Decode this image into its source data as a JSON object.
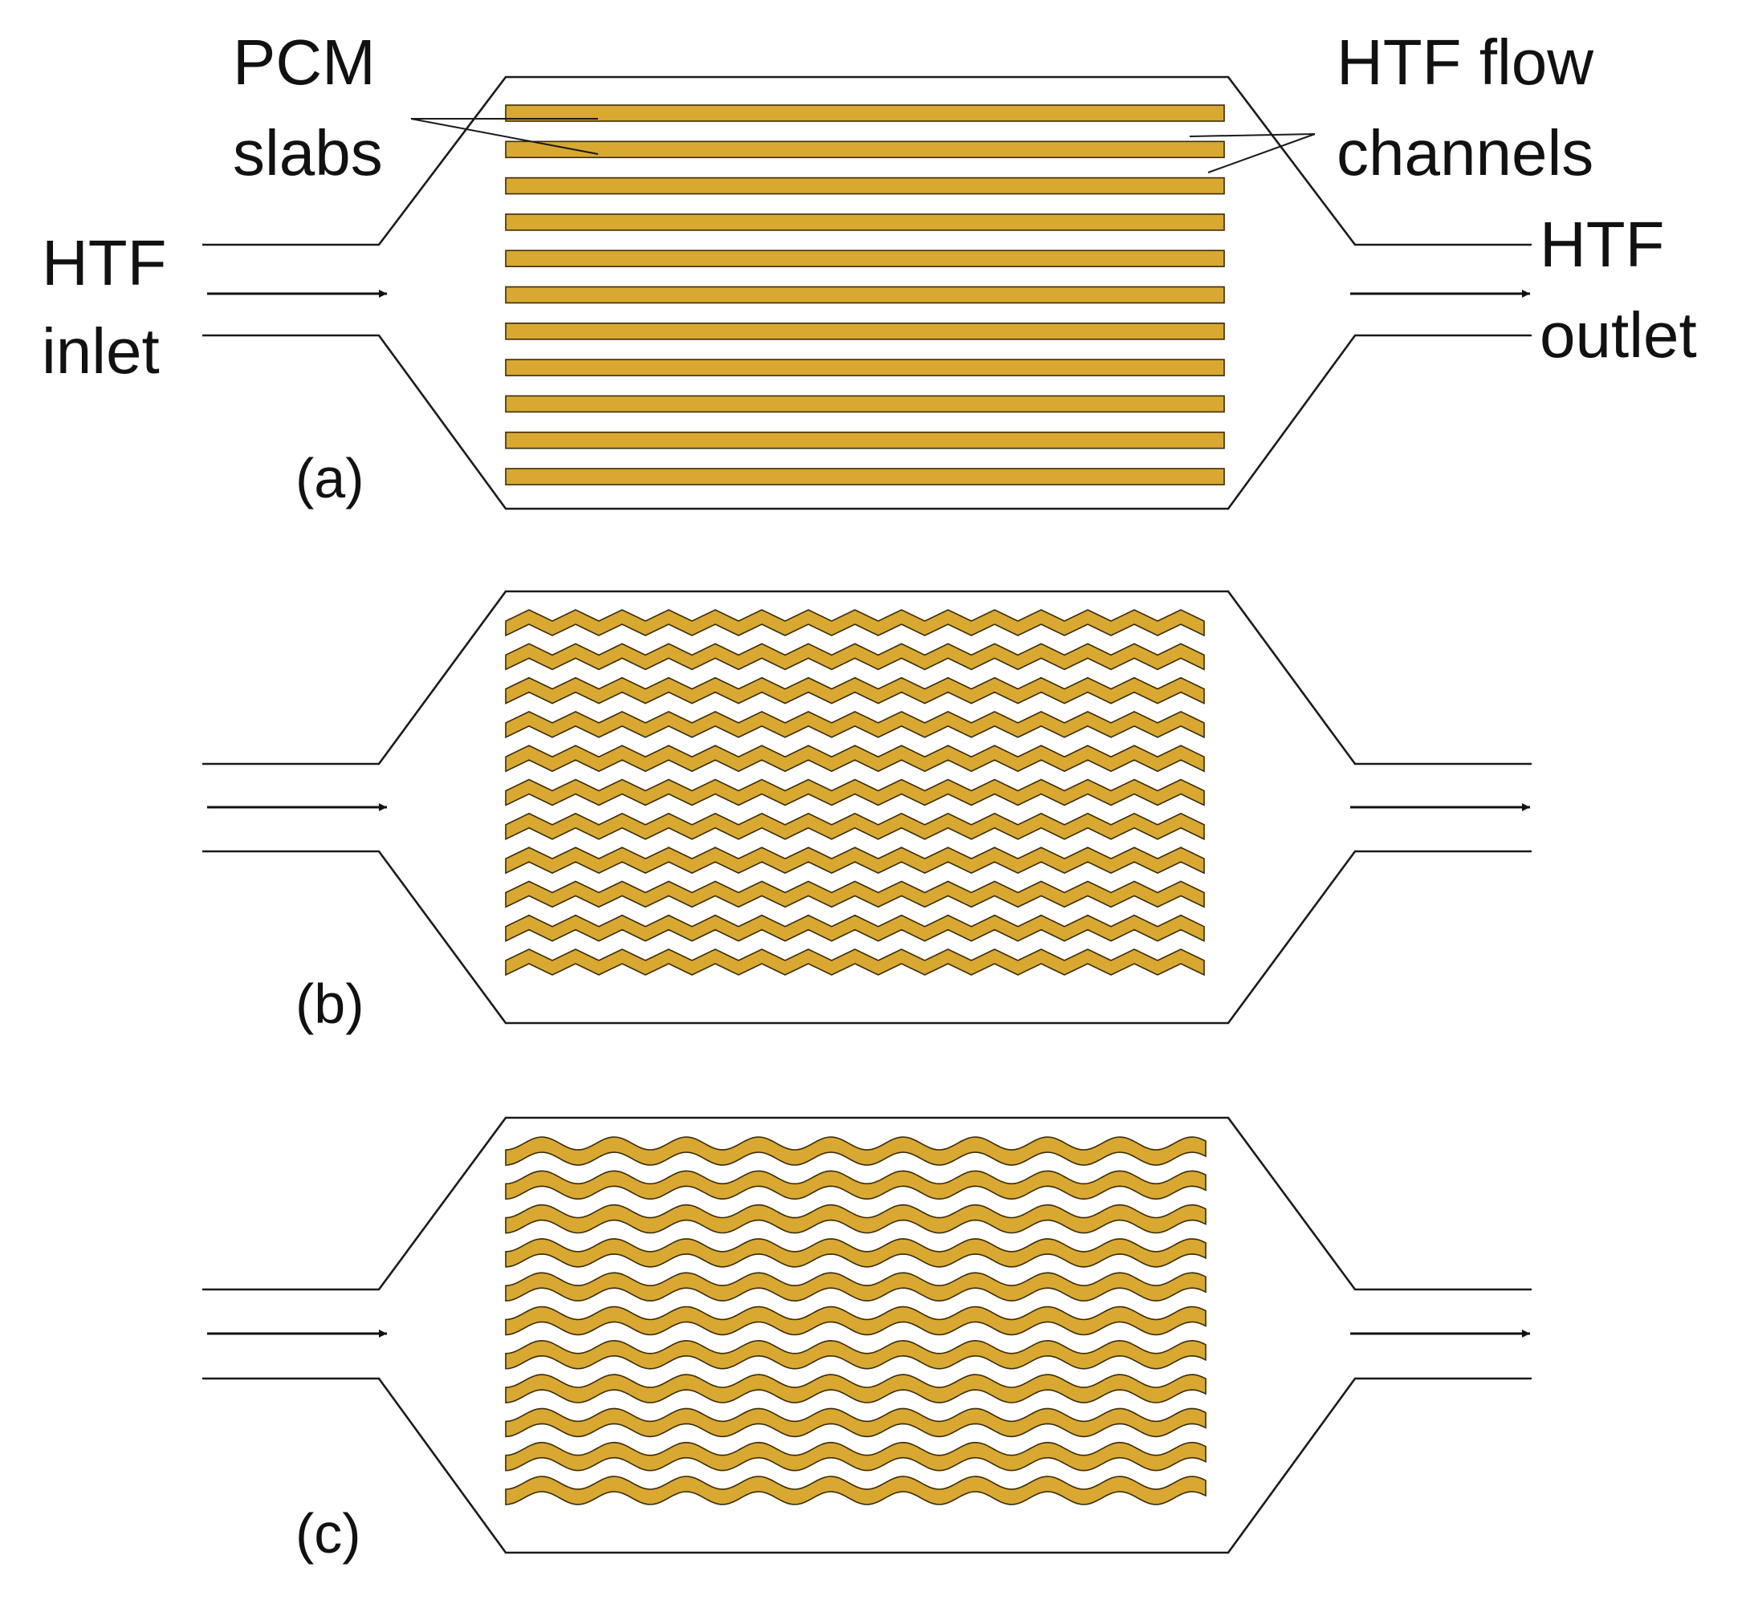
{
  "labels": {
    "pcm_line1": "PCM",
    "pcm_line2": "slabs",
    "channels_line1": "HTF flow",
    "channels_line2": "channels",
    "inlet_line1": "HTF",
    "inlet_line2": "inlet",
    "outlet_line1": "HTF",
    "outlet_line2": "outlet"
  },
  "panels": [
    {
      "id": "a",
      "label": "(a)",
      "slab_shape": "straight",
      "slab_count": 11
    },
    {
      "id": "b",
      "label": "(b)",
      "slab_shape": "zigzag",
      "slab_count": 11
    },
    {
      "id": "c",
      "label": "(c)",
      "slab_shape": "sinusoidal",
      "slab_count": 11
    }
  ],
  "colors": {
    "slab_fill": "#D9A830",
    "slab_edge": "#3a2c08",
    "outline": "#1a1a1a",
    "background": "#ffffff"
  }
}
